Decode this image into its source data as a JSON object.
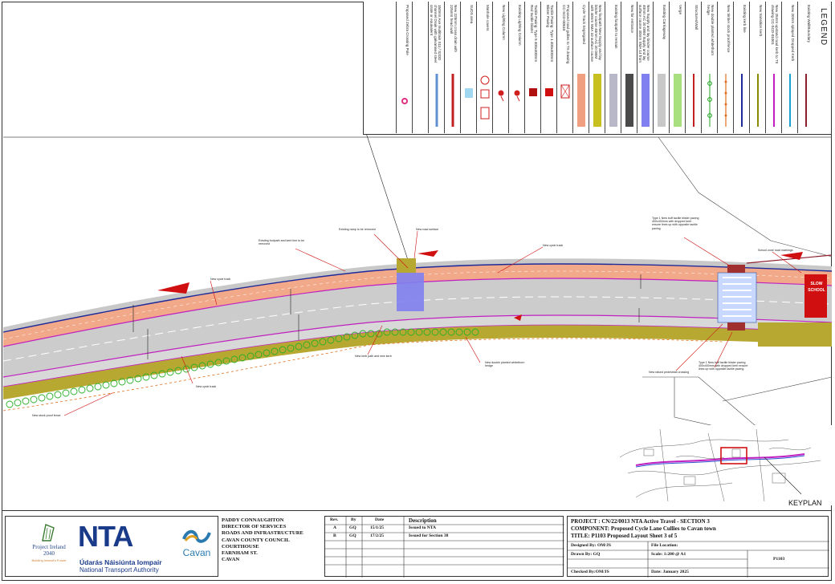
{
  "legend": {
    "title": "LEGEND",
    "items": [
      {
        "label": "Existing Wall/Boundary",
        "symbol": "line",
        "color": "#8b1e2b"
      },
      {
        "label": "New 20mm splayed Dropped Kerb",
        "symbol": "line",
        "color": "#1aa0d0"
      },
      {
        "label": "New 25mm upstand road kerb to TII drawing CC-SCD-01001",
        "symbol": "line",
        "color": "#c020c0"
      },
      {
        "label": "New transition kerb",
        "symbol": "line",
        "color": "#8b8b00"
      },
      {
        "label": "Existing kerb line",
        "symbol": "line",
        "color": "#1f2a99"
      },
      {
        "label": "New timber stock proof fence",
        "symbol": "fence",
        "color": "#e07020"
      },
      {
        "label": "New double planted whitethorn hedge",
        "symbol": "hedge",
        "color": "#20a020"
      },
      {
        "label": "Structures/Wall",
        "symbol": "line",
        "color": "#c02020"
      },
      {
        "label": "Verge",
        "symbol": "bar",
        "color": "#a8e080"
      },
      {
        "label": "Existing Carriageway",
        "symbol": "bar",
        "color": "#c8c8c8"
      },
      {
        "label": "New Supply and lay binder course 40mm AC 20 DBM Supply and lay surface course 40mm SMA 14 from rtng Pedestrian footpath",
        "symbol": "bar",
        "color": "#8080f0"
      },
      {
        "label": "New for entrance",
        "symbol": "bar",
        "color": "#4a4a4a"
      },
      {
        "label": "Existing footpath to remain",
        "symbol": "bar",
        "color": "#b8b8c8"
      },
      {
        "label": "New footpath New Supply and lay binder course 40mm AC 20 DBM with 40mm SMA 10 surface course New 100mm thick footpath Colour black",
        "symbol": "bar",
        "color": "#c8c020"
      },
      {
        "label": "Cycle Track Segregated",
        "symbol": "bar",
        "color": "#f0a080"
      },
      {
        "label": "Proposed road gullies to TII drawing CC-SCD-00510",
        "symbol": "gully",
        "color": "#d02020"
      },
      {
        "label": "Tactile Paving: Type 1 400x400mm Blister Paving",
        "symbol": "tactile",
        "color": "#d01010"
      },
      {
        "label": "Tactile Paving: Type 5 400x400mm Red tactile blister",
        "symbol": "tactile",
        "color": "#b01010"
      },
      {
        "label": "Existing Lighting Column",
        "symbol": "lamp",
        "color": "#d02020"
      },
      {
        "label": "New Lighting Column",
        "symbol": "lamp",
        "color": "#d02020"
      },
      {
        "label": "Manhole covers",
        "symbol": "manhole",
        "color": "#d02020"
      },
      {
        "label": "SUDS area",
        "symbol": "suds",
        "color": "#a0d8f0"
      },
      {
        "label": "New 225mm cross drain with 225mm head wall",
        "symbol": "drain",
        "color": "#c02020"
      },
      {
        "label": "150mm Axe multitrain S11 / S2DD channel Drain with galvanised steel grate or equivalent",
        "symbol": "drain",
        "color": "#6090d0"
      },
      {
        "label": "",
        "symbol": "none",
        "color": "#ffffff"
      },
      {
        "label": "Proposed Zebra Crossing Pole",
        "symbol": "zebra",
        "color": "#e03080"
      }
    ]
  },
  "notes": {
    "existing_footpath": "Existing footpath and kerb line to be removed",
    "existing_ramp": "Existing ramp to be removed",
    "new_road_surface": "New road surface",
    "new_cycle_track_top": "New cycle track",
    "new_cycle_track_left": "New cycle track",
    "new_cycle_track_bottom": "New cycle track",
    "new_tactile_top": "Type 1 New buff tactile blister paving 400x400mm with dropped kerb ensure lines up with opposite tactile paving",
    "school_zone": "School zone road markings",
    "new_path_kerb": "New kerb path and new kerb",
    "new_hedge": "New double planted whitethorn hedge",
    "new_raised_crossing": "New raised pedestrian crossing",
    "new_tactile_bottom": "Type 1 New buff tactile blister paving 400x400mm with dropped kerb ensure lines up with opposite tactile paving",
    "new_fence": "New stock proof fence",
    "school_sign": "SLOW SCHOOL"
  },
  "keyplan": {
    "label": "KEYPLAN"
  },
  "title_block": {
    "logos": {
      "project_ireland": "Project Ireland 2040",
      "project_ireland_sub": "Building Ireland's Future",
      "nta": "NTA",
      "nta_irish": "Údarás Náisiúnta Iompair",
      "nta_english": "National Transport Authority",
      "cavan": "Cavan"
    },
    "address_lines": [
      "PADDY CONNAUGHTON",
      "DIRECTOR OF SERVICES",
      "ROADS AND INFRASTRUCTURE",
      "CAVAN COUNTY COUNCIL",
      "COURTHOUSE",
      "FARNHAM ST.",
      "CAVAN"
    ],
    "revisions": {
      "headers": [
        "Rev.",
        "By",
        "Date",
        "Description"
      ],
      "rows": [
        [
          "A",
          "GQ",
          "15/1/25",
          "Issued to NTA"
        ],
        [
          "B",
          "GQ",
          "17/2/25",
          "Issued for Section 38"
        ]
      ]
    },
    "project": "PROJECT : CN/22/0013 NTA Active Travel - SECTION 3",
    "component": "COMPONENT: Proposed Cycle Lane Cullies to Cavan town",
    "title": "TITLE:   P1103 Proposed Layout Sheet 3 of 5",
    "designed_by": "Designed By: OM/JS",
    "file_location": "File Location:",
    "drawn_by": "Drawn By: GQ",
    "scale": "Scale:   1:200 @ A1",
    "checked_by": "Checked By:OM/JS",
    "date": "Date:   January 2025",
    "drawing_number": "P1103"
  }
}
